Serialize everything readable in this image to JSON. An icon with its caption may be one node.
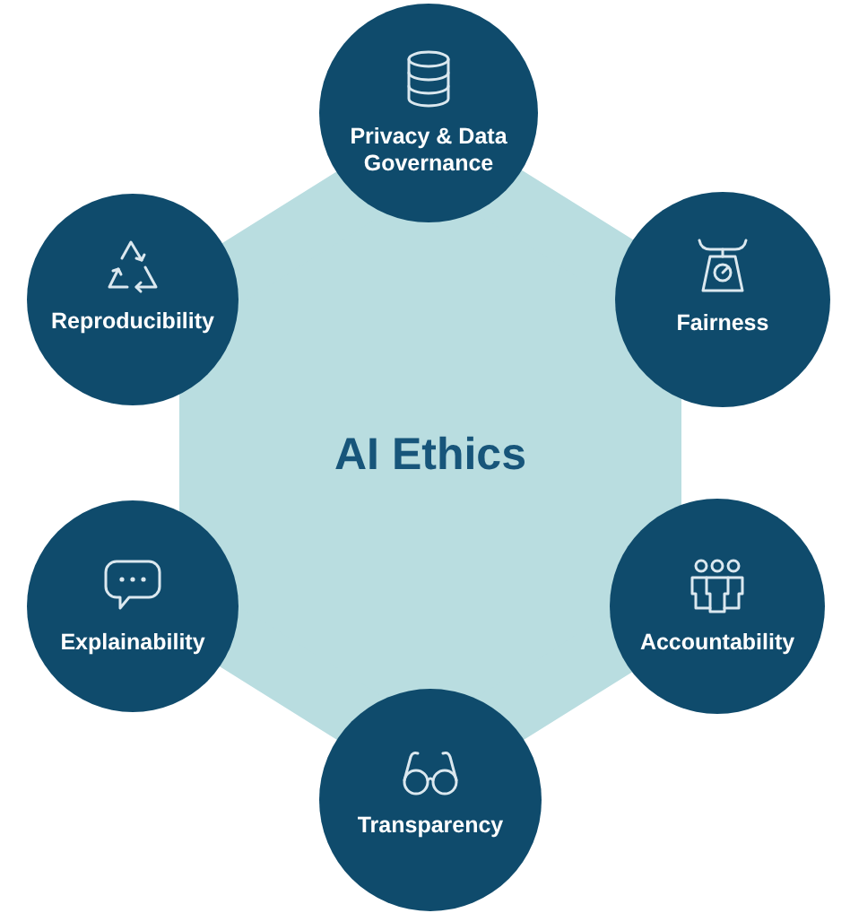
{
  "diagram": {
    "nodes": [
      {
        "text": [
          "Privacy & Data Governance"
        ]
      },
      {
        "text": [
          "Reproducibility"
        ]
      },
      {
        "text": [
          "Fairness"
        ]
      },
      {
        "text": [
          "AI Ethics"
        ]
      },
      {
        "text": [
          "Explainability"
        ]
      },
      {
        "text": [
          "Accountability"
        ]
      },
      {
        "text": [
          "Transparency"
        ]
      }
    ]
  }
}
